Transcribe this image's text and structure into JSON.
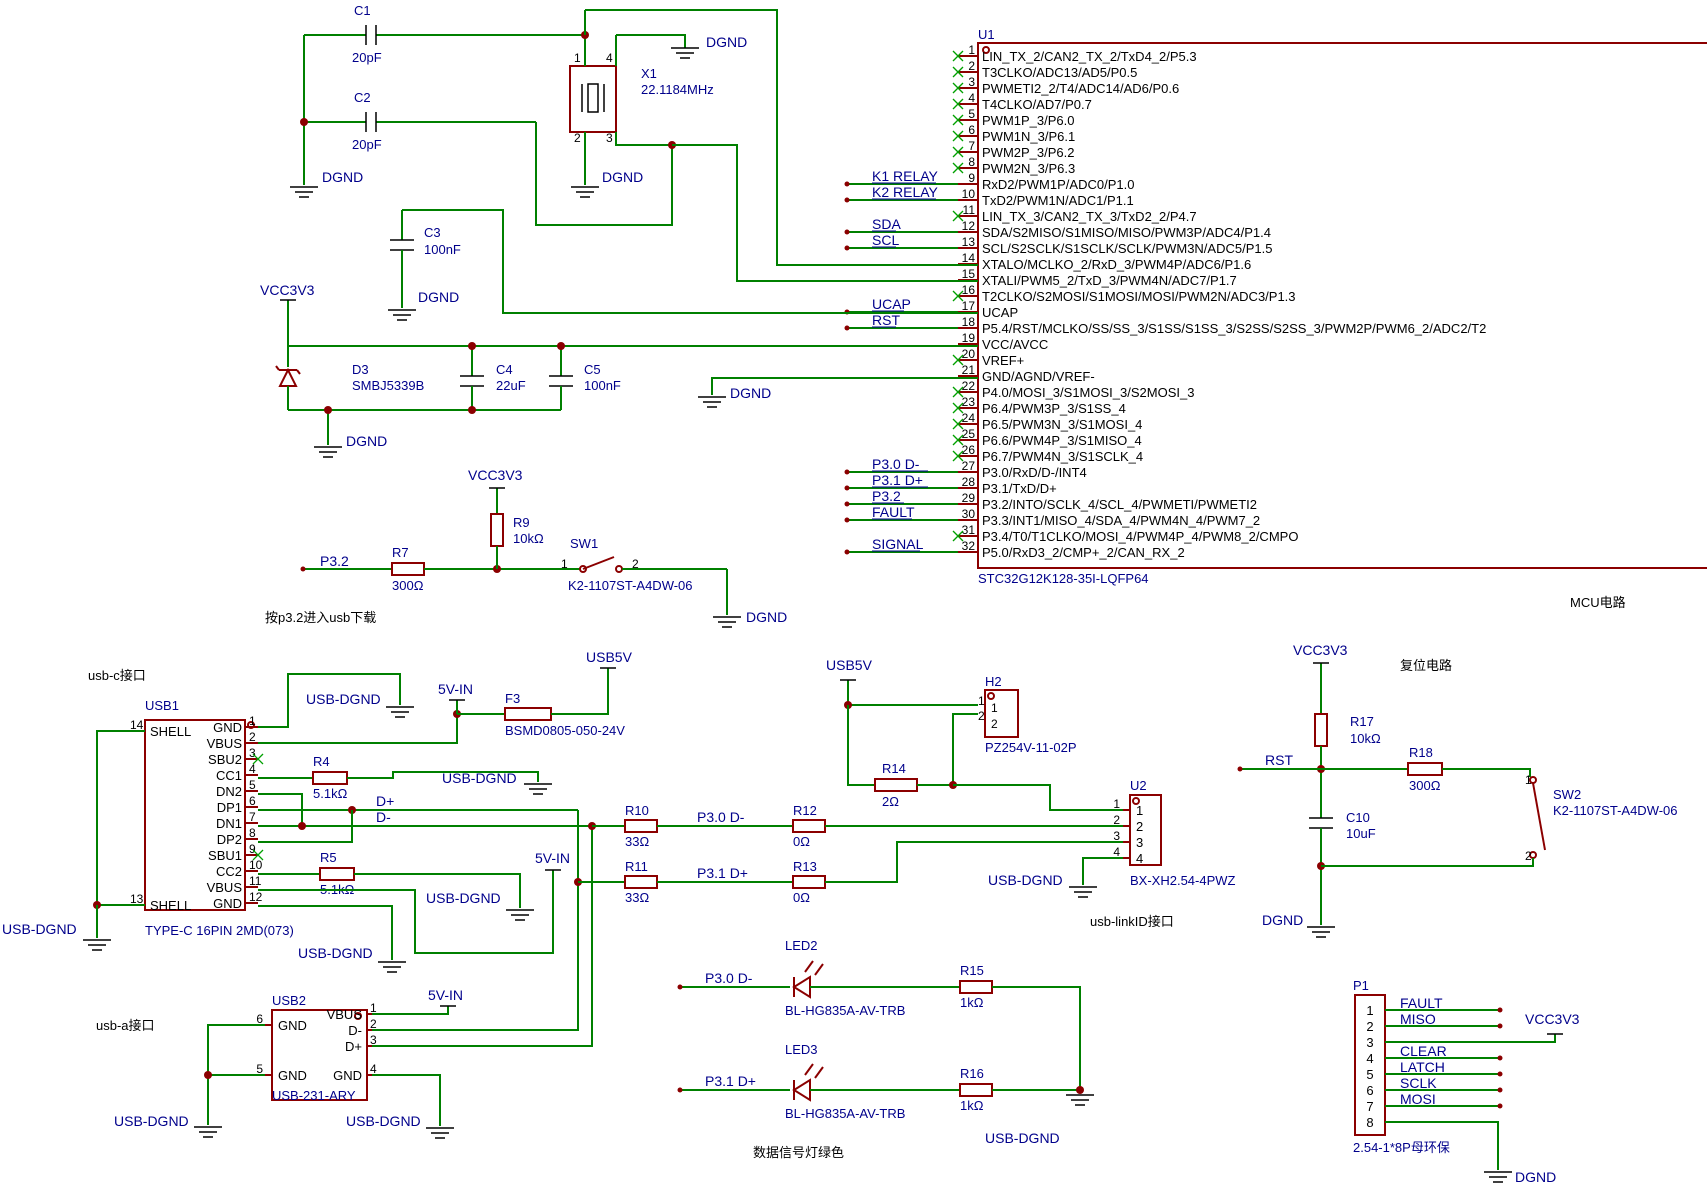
{
  "mcu": {
    "ref": "U1",
    "part": "STC32G12K128-35I-LQFP64",
    "pins": [
      {
        "n": "1",
        "name": "LIN_TX_2/CAN2_TX_2/TxD4_2/P5.3",
        "net": "",
        "nc": true
      },
      {
        "n": "2",
        "name": "T3CLKO/ADC13/AD5/P0.5",
        "net": "",
        "nc": true
      },
      {
        "n": "3",
        "name": "PWMETI2_2/T4/ADC14/AD6/P0.6",
        "net": "",
        "nc": true
      },
      {
        "n": "4",
        "name": "T4CLKO/AD7/P0.7",
        "net": "",
        "nc": true
      },
      {
        "n": "5",
        "name": "PWM1P_3/P6.0",
        "net": "",
        "nc": true
      },
      {
        "n": "6",
        "name": "PWM1N_3/P6.1",
        "net": "",
        "nc": true
      },
      {
        "n": "7",
        "name": "PWM2P_3/P6.2",
        "net": "",
        "nc": true
      },
      {
        "n": "8",
        "name": "PWM2N_3/P6.3",
        "net": "",
        "nc": true
      },
      {
        "n": "9",
        "name": "RxD2/PWM1P/ADC0/P1.0",
        "net": "K1_RELAY",
        "nc": false
      },
      {
        "n": "10",
        "name": "TxD2/PWM1N/ADC1/P1.1",
        "net": "K2_RELAY",
        "nc": false
      },
      {
        "n": "11",
        "name": "LIN_TX_3/CAN2_TX_3/TxD2_2/P4.7",
        "net": "",
        "nc": true
      },
      {
        "n": "12",
        "name": "SDA/S2MISO/S1MISO/MISO/PWM3P/ADC4/P1.4",
        "net": "SDA",
        "nc": false
      },
      {
        "n": "13",
        "name": "SCL/S2SCLK/S1SCLK/SCLK/PWM3N/ADC5/P1.5",
        "net": "SCL",
        "nc": false
      },
      {
        "n": "14",
        "name": "XTALO/MCLKO_2/RxD_3/PWM4P/ADC6/P1.6",
        "net": "",
        "nc": false
      },
      {
        "n": "15",
        "name": "XTALI/PWM5_2/TxD_3/PWM4N/ADC7/P1.7",
        "net": "",
        "nc": false
      },
      {
        "n": "16",
        "name": "T2CLKO/S2MOSI/S1MOSI/MOSI/PWM2N/ADC3/P1.3",
        "net": "",
        "nc": true
      },
      {
        "n": "17",
        "name": "UCAP",
        "net": "UCAP",
        "nc": false
      },
      {
        "n": "18",
        "name": "P5.4/RST/MCLKO/SS/SS_3/S1SS/S1SS_3/S2SS/S2SS_3/PWM2P/PWM6_2/ADC2/T2",
        "net": "RST",
        "nc": false
      },
      {
        "n": "19",
        "name": "VCC/AVCC",
        "net": "",
        "nc": false
      },
      {
        "n": "20",
        "name": "VREF+",
        "net": "",
        "nc": true
      },
      {
        "n": "21",
        "name": "GND/AGND/VREF-",
        "net": "",
        "nc": false
      },
      {
        "n": "22",
        "name": "P4.0/MOSI_3/S1MOSI_3/S2MOSI_3",
        "net": "",
        "nc": true
      },
      {
        "n": "23",
        "name": "P6.4/PWM3P_3/S1SS_4",
        "net": "",
        "nc": true
      },
      {
        "n": "24",
        "name": "P6.5/PWM3N_3/S1MOSI_4",
        "net": "",
        "nc": true
      },
      {
        "n": "25",
        "name": "P6.6/PWM4P_3/S1MISO_4",
        "net": "",
        "nc": true
      },
      {
        "n": "26",
        "name": "P6.7/PWM4N_3/S1SCLK_4",
        "net": "",
        "nc": true
      },
      {
        "n": "27",
        "name": "P3.0/RxD/D-/INT4",
        "net": "P3.0_D-",
        "nc": false
      },
      {
        "n": "28",
        "name": "P3.1/TxD/D+",
        "net": "P3.1_D+",
        "nc": false
      },
      {
        "n": "29",
        "name": "P3.2/INTO/SCLK_4/SCL_4/PWMETI/PWMETI2",
        "net": "P3.2",
        "nc": false
      },
      {
        "n": "30",
        "name": "P3.3/INT1/MISO_4/SDA_4/PWM4N_4/PWM7_2",
        "net": "FAULT",
        "nc": false
      },
      {
        "n": "31",
        "name": "P3.4/T0/T1CLKO/MOSI_4/PWM4P_4/PWM8_2/CMPO",
        "net": "",
        "nc": true
      },
      {
        "n": "32",
        "name": "P5.0/RxD3_2/CMP+_2/CAN_RX_2",
        "net": "SIGNAL",
        "nc": false
      }
    ]
  },
  "crystal": {
    "ref": "X1",
    "value": "22.1184MHz",
    "pins": [
      "1",
      "2",
      "3",
      "4"
    ]
  },
  "caps": {
    "c1": {
      "ref": "C1",
      "value": "20pF"
    },
    "c2": {
      "ref": "C2",
      "value": "20pF"
    },
    "c3": {
      "ref": "C3",
      "value": "100nF"
    },
    "c4": {
      "ref": "C4",
      "value": "22uF"
    },
    "c5": {
      "ref": "C5",
      "value": "100nF"
    },
    "c10": {
      "ref": "C10",
      "value": "10uF"
    }
  },
  "diode_d3": {
    "ref": "D3",
    "value": "SMBJ5339B"
  },
  "resistors": {
    "r4": {
      "ref": "R4",
      "value": "5.1kΩ"
    },
    "r5": {
      "ref": "R5",
      "value": "5.1kΩ"
    },
    "r7": {
      "ref": "R7",
      "value": "300Ω"
    },
    "r9": {
      "ref": "R9",
      "value": "10kΩ"
    },
    "r10": {
      "ref": "R10",
      "value": "33Ω"
    },
    "r11": {
      "ref": "R11",
      "value": "33Ω"
    },
    "r12": {
      "ref": "R12",
      "value": "0Ω"
    },
    "r13": {
      "ref": "R13",
      "value": "0Ω"
    },
    "r14": {
      "ref": "R14",
      "value": "2Ω"
    },
    "r15": {
      "ref": "R15",
      "value": "1kΩ"
    },
    "r16": {
      "ref": "R16",
      "value": "1kΩ"
    },
    "r17": {
      "ref": "R17",
      "value": "10kΩ"
    },
    "r18": {
      "ref": "R18",
      "value": "300Ω"
    }
  },
  "switches": {
    "sw1": {
      "ref": "SW1",
      "value": "K2-1107ST-A4DW-06",
      "pin1": "1",
      "pin2": "2"
    },
    "sw2": {
      "ref": "SW2",
      "value": "K2-1107ST-A4DW-06",
      "pin1": "1",
      "pin2": "2"
    }
  },
  "fuse": {
    "ref": "F3",
    "value": "BSMD0805-050-24V"
  },
  "leds": {
    "led2": {
      "ref": "LED2",
      "value": "BL-HG835A-AV-TRB"
    },
    "led3": {
      "ref": "LED3",
      "value": "BL-HG835A-AV-TRB"
    }
  },
  "usb1": {
    "ref": "USB1",
    "part": "TYPE-C 16PIN 2MD(073)",
    "left_pins": [
      {
        "n": "14",
        "name": "SHELL"
      },
      {
        "n": "13",
        "name": "SHELL"
      }
    ],
    "right_pins": [
      {
        "n": "1",
        "name": "GND"
      },
      {
        "n": "2",
        "name": "VBUS"
      },
      {
        "n": "3",
        "name": "SBU2"
      },
      {
        "n": "4",
        "name": "CC1"
      },
      {
        "n": "5",
        "name": "DN2"
      },
      {
        "n": "6",
        "name": "DP1"
      },
      {
        "n": "7",
        "name": "DN1"
      },
      {
        "n": "8",
        "name": "DP2"
      },
      {
        "n": "9",
        "name": "SBU1"
      },
      {
        "n": "10",
        "name": "CC2"
      },
      {
        "n": "11",
        "name": "VBUS"
      },
      {
        "n": "12",
        "name": "GND"
      }
    ]
  },
  "usb2": {
    "ref": "USB2",
    "part": "USB-231-ARY",
    "left_pins": [
      {
        "n": "6",
        "name": "GND"
      },
      {
        "n": "5",
        "name": "GND"
      }
    ],
    "right_pins": [
      {
        "n": "1",
        "name": "VBUS"
      },
      {
        "n": "2",
        "name": "D-"
      },
      {
        "n": "3",
        "name": "D+"
      },
      {
        "n": "4",
        "name": "GND"
      }
    ]
  },
  "h2": {
    "ref": "H2",
    "part": "PZ254V-11-02P",
    "pins": [
      "1",
      "2"
    ]
  },
  "u2": {
    "ref": "U2",
    "part": "BX-XH2.54-4PWZ",
    "pins": [
      "1",
      "2",
      "3",
      "4"
    ]
  },
  "p1": {
    "ref": "P1",
    "part": "2.54-1*8P母环保",
    "pins": [
      "1",
      "2",
      "3",
      "4",
      "5",
      "6",
      "7",
      "8"
    ],
    "nets": [
      "FAULT",
      "MISO",
      "",
      "CLEAR",
      "LATCH",
      "SCLK",
      "MOSI",
      ""
    ]
  },
  "power": {
    "dgnd": "DGND",
    "vcc3v3": "VCC3V3",
    "usb_dgnd": "USB-DGND",
    "usb5v": "USB5V",
    "v5in": "5V-IN"
  },
  "nets": {
    "p32": "P3.2",
    "rst": "RST",
    "dplus": "D+",
    "dminus": "D-",
    "p30": "P3.0  D-",
    "p31": "P3.1  D+"
  },
  "notes": {
    "mcu": "MCU电路",
    "usb_download": "按p3.2进入usb下载",
    "usbc": "usb-c接口",
    "usba": "usb-a接口",
    "reset": "复位电路",
    "linkid": "usb-linkID接口",
    "led": "数据信号灯绿色"
  }
}
